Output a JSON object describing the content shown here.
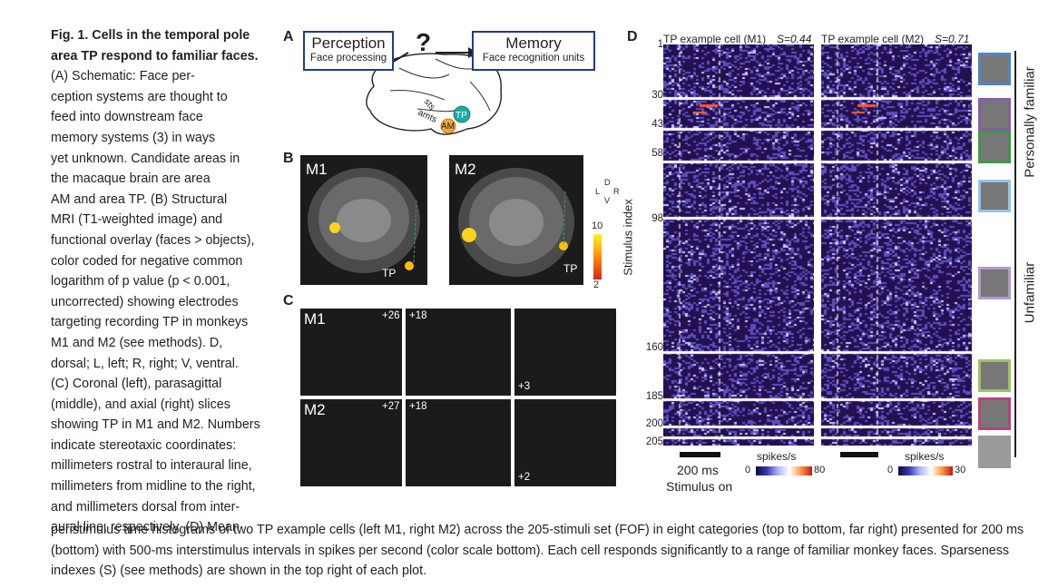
{
  "caption": {
    "title": "Fig. 1. Cells in the temporal pole area TP respond to familiar faces.",
    "col_lines": [
      "(A) Schematic: Face per-",
      "ception systems are thought to",
      "feed into downstream face",
      "memory systems (3) in ways",
      "yet unknown. Candidate areas in",
      "the macaque brain are area",
      "AM and area TP. (B) Structural",
      "MRI (T1-weighted image) and",
      "functional overlay (faces > objects),",
      "color coded for negative common",
      "logarithm of p value (p < 0.001,",
      "uncorrected) showing electrodes",
      "targeting recording TP in monkeys",
      "M1 and M2 (see methods). D,",
      "dorsal; L, left; R, right; V, ventral.",
      "(C) Coronal (left), parasagittal",
      "(middle), and axial (right) slices",
      "showing TP in M1 and M2. Numbers",
      "indicate stereotaxic coordinates:",
      "millimeters rostral to interaural line,",
      "millimeters from midline to the right,",
      "and millimeters dorsal from inter-",
      "aural line, respectively. (D) Mean"
    ],
    "full_lines": [
      "peristimulus time histograms of two TP example cells (left M1, right M2) across the 205-stimuli set (FOF) in eight categories (top to bottom, far right) presented for 200 ms",
      "(bottom) with 500-ms interstimulus intervals in spikes per second (color scale bottom). Each cell responds significantly to a range of familiar monkey faces. Sparseness",
      "indexes (S) (see methods) are shown in the top right of each plot."
    ]
  },
  "panelA": {
    "letter": "A",
    "perception": "Perception",
    "perception_sub": "Face processing",
    "question": "?",
    "memory": "Memory",
    "memory_sub": "Face recognition units",
    "sts": "sts",
    "amts": "amts",
    "tp": "TP",
    "am": "AM"
  },
  "panelB": {
    "letter": "B",
    "m1": "M1",
    "m2": "M2",
    "tp_label": "TP",
    "orient": {
      "d": "D",
      "l": "L",
      "r": "R",
      "v": "V"
    },
    "scale_max": "10",
    "scale_min": "2"
  },
  "panelC": {
    "letter": "C",
    "m1": "M1",
    "m2": "M2",
    "coords_m1": [
      "+26",
      "+18",
      "+3"
    ],
    "coords_m2": [
      "+27",
      "+18",
      "+2"
    ]
  },
  "panelD": {
    "letter": "D",
    "cell1_title": "TP example cell (M1)",
    "cell1_s": "S=0.44",
    "cell2_title": "TP example cell (M2)",
    "cell2_s": "S=0.71",
    "y_axis_label": "Stimulus index",
    "ticks": [
      "1",
      "30",
      "43",
      "58",
      "98",
      "160",
      "185",
      "200",
      "205"
    ],
    "bar_label": "200 ms",
    "stim_label": "Stimulus on",
    "cbar1": {
      "label": "spikes/s",
      "min": "0",
      "max": "80"
    },
    "cbar2": {
      "label": "spikes/s",
      "min": "0",
      "max": "30"
    },
    "group_personal": "Personally familiar",
    "group_unfamiliar": "Unfamiliar",
    "category_colors": [
      "#4a86c5",
      "#8b5aa5",
      "#3a9a4a",
      "#8fc6ea",
      "#b39bcb",
      "#9fc25c",
      "#c0407a",
      "#9a9a9a"
    ]
  }
}
